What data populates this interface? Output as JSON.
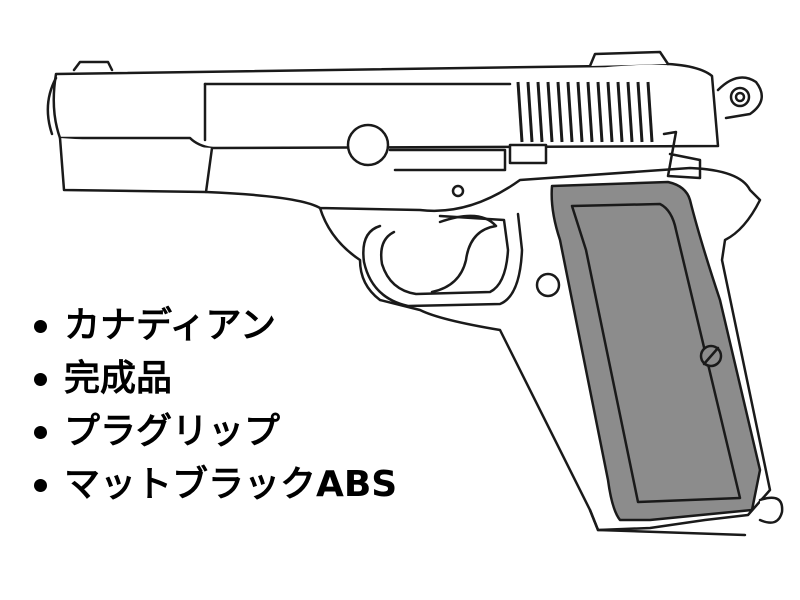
{
  "features": [
    {
      "text": "カナディアン"
    },
    {
      "text": "完成品"
    },
    {
      "text": "プラグリップ"
    },
    {
      "text": "マットブラックABS"
    }
  ],
  "colors": {
    "outline": "#1a1a1a",
    "grip_fill": "#8c8c8c",
    "background": "#ffffff"
  }
}
